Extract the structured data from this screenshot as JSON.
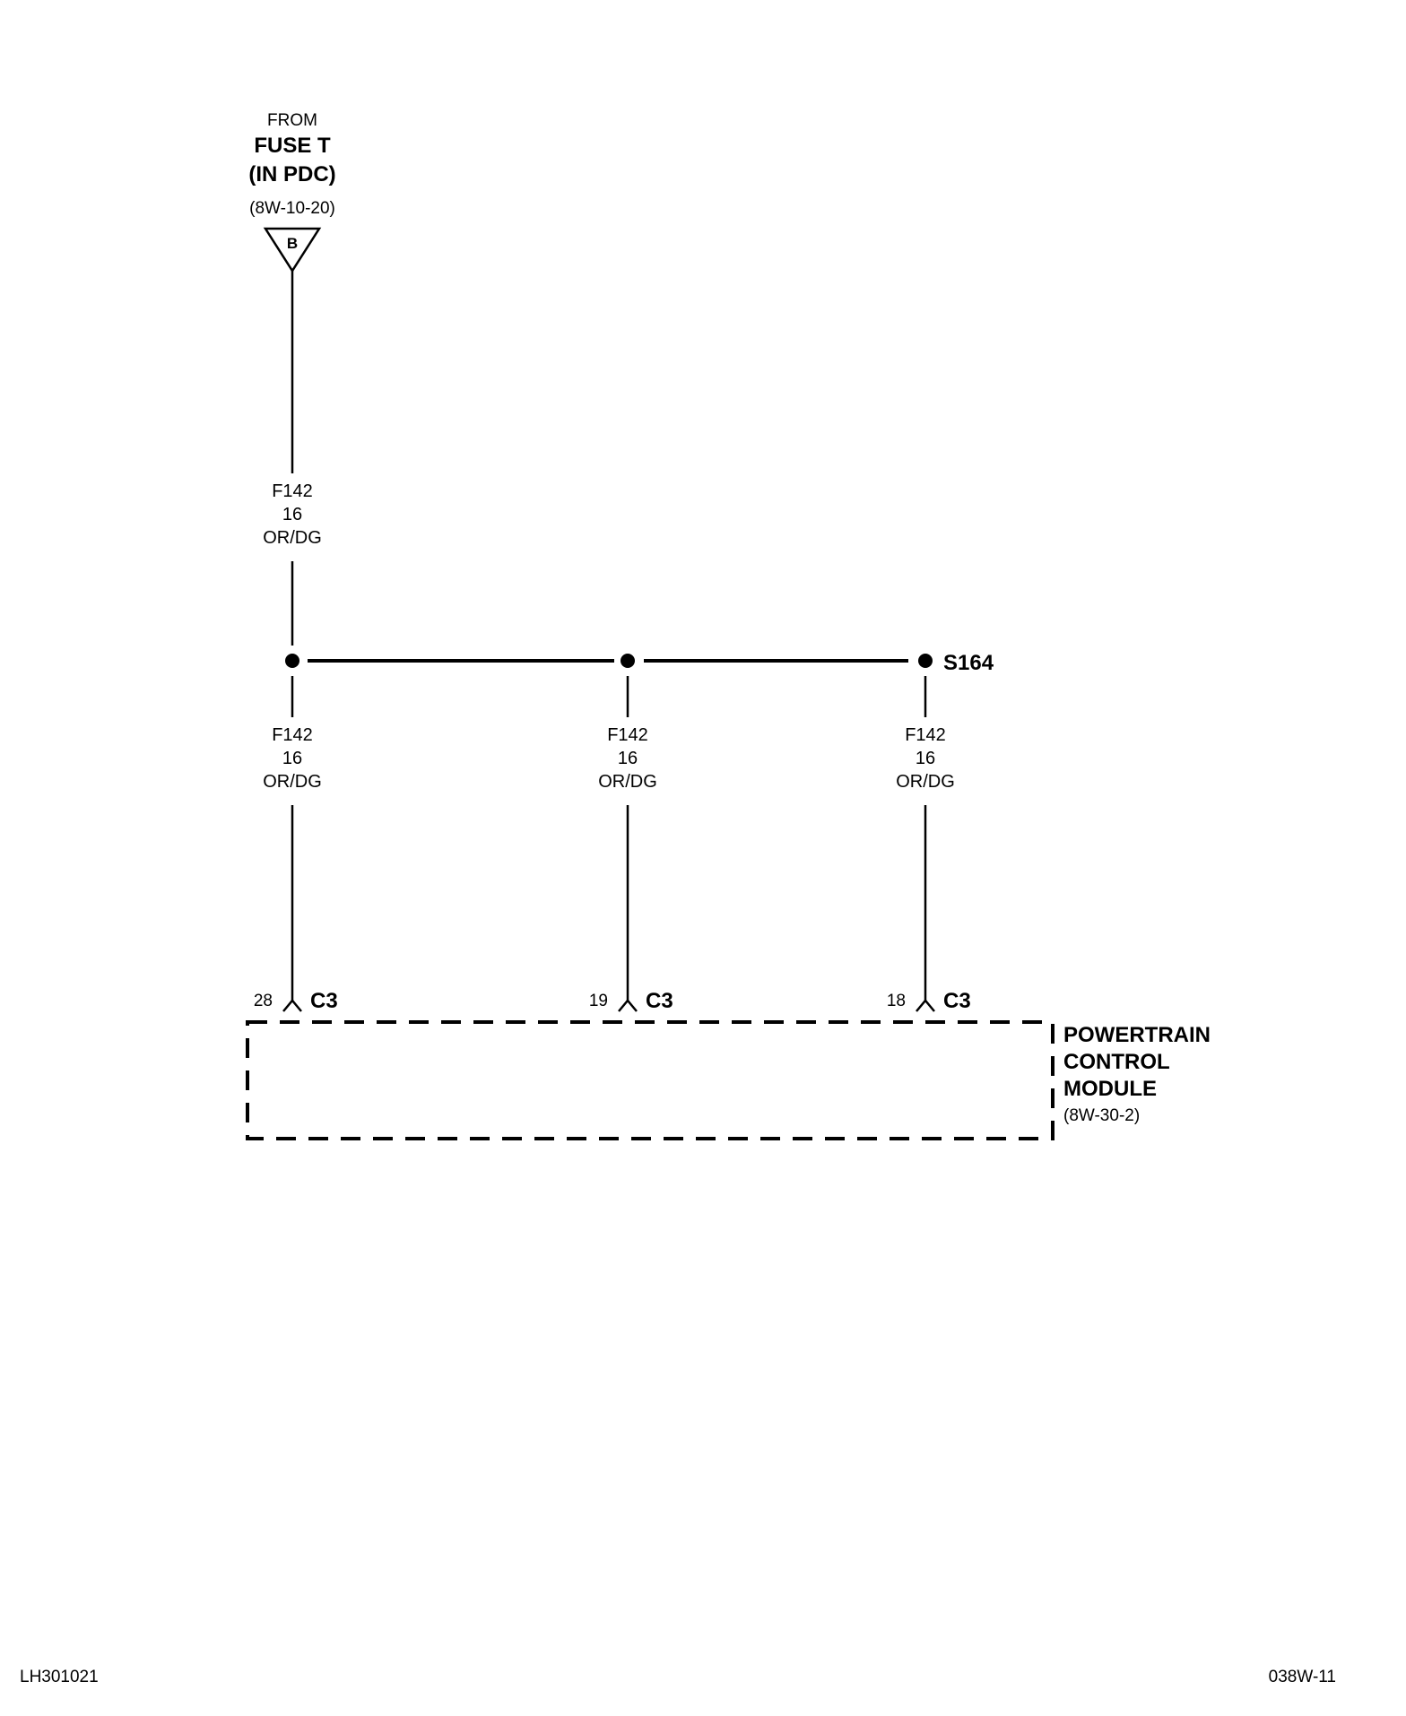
{
  "source": {
    "from_label": "FROM",
    "fuse_label": "FUSE T",
    "location_label": "(IN PDC)",
    "ref_label": "(8W-10-20)",
    "connector_letter": "B"
  },
  "feed_wire": {
    "circuit": "F142",
    "gauge": "16",
    "color": "OR/DG"
  },
  "splice": {
    "label": "S164"
  },
  "branches": [
    {
      "circuit": "F142",
      "gauge": "16",
      "color": "OR/DG",
      "pin": "28",
      "connector": "C3"
    },
    {
      "circuit": "F142",
      "gauge": "16",
      "color": "OR/DG",
      "pin": "19",
      "connector": "C3"
    },
    {
      "circuit": "F142",
      "gauge": "16",
      "color": "OR/DG",
      "pin": "18",
      "connector": "C3"
    }
  ],
  "module": {
    "line1": "POWERTRAIN",
    "line2": "CONTROL",
    "line3": "MODULE",
    "ref": "(8W-30-2)"
  },
  "footer": {
    "left_code": "LH301021",
    "right_code": "038W-11"
  }
}
